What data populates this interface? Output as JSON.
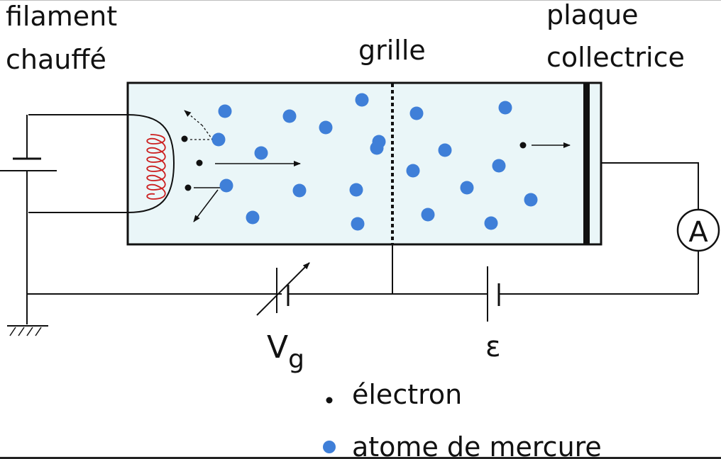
{
  "labels": {
    "filament_line1": "filament",
    "filament_line2": "chauffé",
    "grid": "grille",
    "plate_line1": "plaque",
    "plate_line2": "collectrice",
    "ammeter": "A",
    "grid_voltage": "V",
    "grid_voltage_sub": "g",
    "emf": "ε"
  },
  "legend": {
    "electron": "électron",
    "mercury_atom": "atome de mercure"
  },
  "colors": {
    "tube_fill": "#eaf6f8",
    "atom": "#3f7fd8",
    "filament_coil": "#cc1f1f",
    "wire": "#111111"
  }
}
